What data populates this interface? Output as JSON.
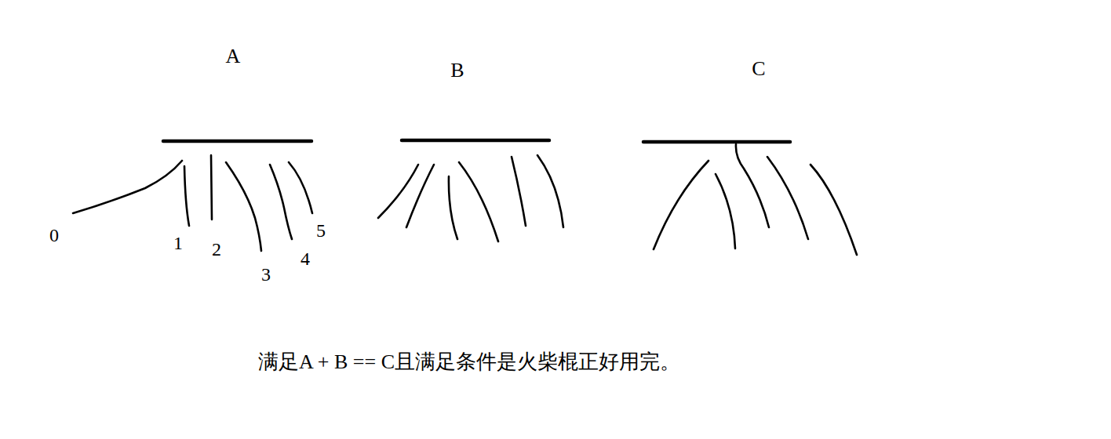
{
  "diagram": {
    "caption": "满足A + B == C且满足条件是火柴棍正好用完。",
    "labels": [
      "A",
      "B",
      "C",
      "0",
      "1",
      "2",
      "3",
      "4",
      "5"
    ]
  }
}
